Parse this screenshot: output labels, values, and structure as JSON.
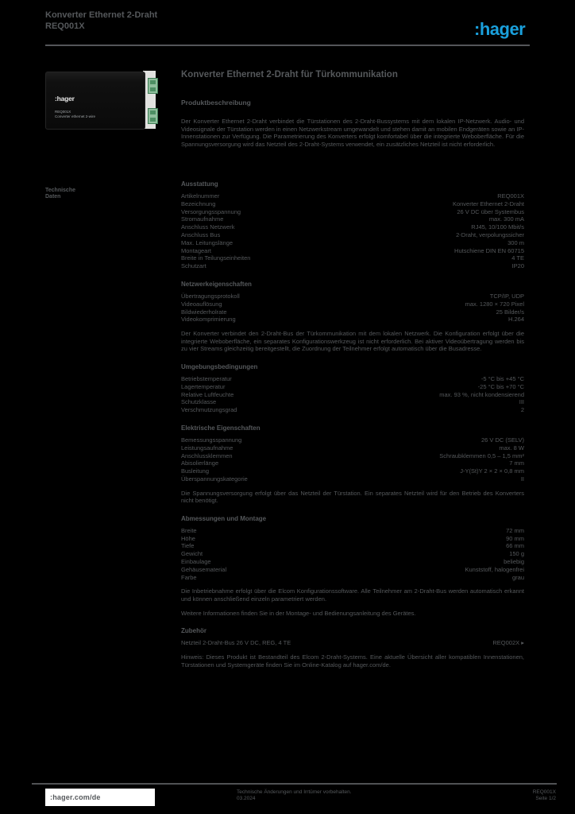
{
  "colors": {
    "background": "#000000",
    "text_gray": "#55585B",
    "logo_blue": "#1AA0DC",
    "connector_green": "#8FBE9C",
    "footer_box_white": "#FFFFFF"
  },
  "header": {
    "title_line1": "Konverter Ethernet 2-Draht",
    "title_line2": "REQ001X",
    "logo_text": ":hager"
  },
  "product_image": {
    "brand": ":hager",
    "ref": "REQ001X",
    "caption": "Converter ethernet 2-wire"
  },
  "side_label": {
    "line1": "Technische",
    "line2": "Daten"
  },
  "main": {
    "heading": "Konverter Ethernet 2-Draht für Türkommunikation",
    "subheading": "Produktbeschreibung",
    "description": "Der Konverter Ethernet 2-Draht verbindet die Türstationen des 2-Draht-Bussystems mit dem lokalen IP-Netzwerk. Audio- und Videosignale der Türstation werden in einen Netzwerkstream umgewandelt und stehen damit an mobilen Endgeräten sowie an IP-Innenstationen zur Verfügung. Die Parametrierung des Konverters erfolgt komfortabel über die integrierte Weboberfläche. Für die Spannungsversorgung wird das Netzteil des 2-Draht-Systems verwendet, ein zusätzliches Netzteil ist nicht erforderlich."
  },
  "sections": [
    {
      "title": "Ausstattung",
      "rows": [
        {
          "label": "Artikelnummer",
          "value": "REQ001X"
        },
        {
          "label": "Bezeichnung",
          "value": "Konverter Ethernet 2-Draht"
        },
        {
          "label": "Versorgungsspannung",
          "value": "26 V DC über Systembus"
        },
        {
          "label": "Stromaufnahme",
          "value": "max. 300 mA"
        },
        {
          "label": "Anschluss Netzwerk",
          "value": "RJ45, 10/100 Mbit/s"
        },
        {
          "label": "Anschluss Bus",
          "value": "2-Draht, verpolungssicher"
        },
        {
          "label": "Max. Leitungslänge",
          "value": "300 m"
        },
        {
          "label": "Montageart",
          "value": "Hutschiene DIN EN 60715"
        },
        {
          "label": "Breite in Teilungseinheiten",
          "value": "4 TE"
        },
        {
          "label": "Schutzart",
          "value": "IP20"
        }
      ],
      "notes": []
    },
    {
      "title": "Netzwerkeigenschaften",
      "rows": [
        {
          "label": "Übertragungsprotokoll",
          "value": "TCP/IP, UDP"
        },
        {
          "label": "Videoauflösung",
          "value": "max. 1280 × 720 Pixel"
        },
        {
          "label": "Bildwiederholrate",
          "value": "25 Bilder/s"
        },
        {
          "label": "Videokomprimierung",
          "value": "H.264"
        }
      ],
      "notes": [
        "Der Konverter verbindet den 2-Draht-Bus der Türkommunikation mit dem lokalen Netzwerk. Die Konfiguration erfolgt über die integrierte Weboberfläche, ein separates Konfigurationswerkzeug ist nicht erforderlich. Bei aktiver Videoübertragung werden bis zu vier Streams gleichzeitig bereitgestellt, die Zuordnung der Teilnehmer erfolgt automatisch über die Busadresse."
      ]
    },
    {
      "title": "Umgebungsbedingungen",
      "rows": [
        {
          "label": "Betriebstemperatur",
          "value": "-5 °C bis +45 °C"
        },
        {
          "label": "Lagertemperatur",
          "value": "-25 °C bis +70 °C"
        },
        {
          "label": "Relative Luftfeuchte",
          "value": "max. 93 %, nicht kondensierend"
        },
        {
          "label": "Schutzklasse",
          "value": "III"
        },
        {
          "label": "Verschmutzungsgrad",
          "value": "2"
        }
      ],
      "notes": []
    },
    {
      "title": "Elektrische Eigenschaften",
      "rows": [
        {
          "label": "Bemessungsspannung",
          "value": "26 V DC (SELV)"
        },
        {
          "label": "Leistungsaufnahme",
          "value": "max. 8 W"
        },
        {
          "label": "Anschlussklemmen",
          "value": "Schraubklemmen 0,5 – 1,5 mm²"
        },
        {
          "label": "Abisolierlänge",
          "value": "7 mm"
        },
        {
          "label": "Busleitung",
          "value": "J-Y(St)Y 2 × 2 × 0,8 mm"
        },
        {
          "label": "Überspannungskategorie",
          "value": "II"
        }
      ],
      "notes": [
        "Die Spannungsversorgung erfolgt über das Netzteil der Türstation. Ein separates Netzteil wird für den Betrieb des Konverters nicht benötigt."
      ]
    },
    {
      "title": "Abmessungen und Montage",
      "rows": [
        {
          "label": "Breite",
          "value": "72 mm"
        },
        {
          "label": "Höhe",
          "value": "90 mm"
        },
        {
          "label": "Tiefe",
          "value": "66 mm"
        },
        {
          "label": "Gewicht",
          "value": "150 g"
        },
        {
          "label": "Einbaulage",
          "value": "beliebig"
        },
        {
          "label": "Gehäusematerial",
          "value": "Kunststoff, halogenfrei"
        },
        {
          "label": "Farbe",
          "value": "grau"
        }
      ],
      "notes": [
        "Die Inbetriebnahme erfolgt über die Elcom Konfigurationssoftware. Alle Teilnehmer am 2-Draht-Bus werden automatisch erkannt und können anschließend einzeln parametriert werden.",
        "Weitere Informationen finden Sie in der Montage- und Bedienungsanleitung des Gerätes."
      ]
    },
    {
      "title": "Zubehör",
      "rows": [
        {
          "label": "Netzteil 2-Draht-Bus 26 V DC, REG, 4 TE",
          "value": "REQ002X ▸"
        }
      ],
      "notes": [
        "Hinweis: Dieses Produkt ist Bestandteil des Elcom 2-Draht-Systems. Eine aktuelle Übersicht aller kompatiblen Innenstationen, Türstationen und Systemgeräte finden Sie im Online-Katalog auf hager.com/de."
      ]
    }
  ],
  "footer": {
    "website": ":hager.com/de",
    "center_line1": "Technische Änderungen und Irrtümer vorbehalten.",
    "center_line2": "03.2024",
    "right_line1": "REQ001X",
    "right_line2": "Seite 1/2"
  }
}
